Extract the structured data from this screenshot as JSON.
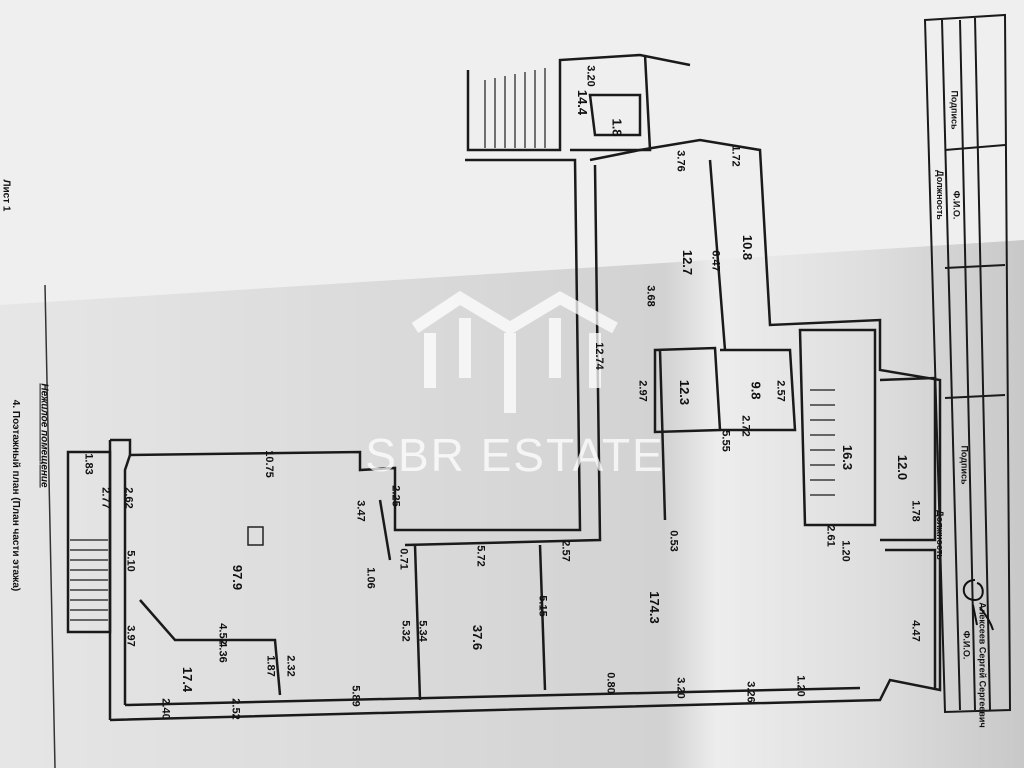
{
  "sheet": {
    "page_label": "Лист 1",
    "heading": "4. Поэтажный план (План части этажа)",
    "subheading": "Нежилое помещение"
  },
  "watermark": "SBR ESTATE",
  "rooms": [
    "97.9",
    "17.4",
    "37.6",
    "174.3",
    "12.7",
    "10.8",
    "12.3",
    "9.8",
    "16.3",
    "12.0",
    "14.4",
    "1.8"
  ],
  "dimensions": [
    "10.75",
    "5.89",
    "2.40",
    "2.52",
    "3.97",
    "5.10",
    "4.52",
    "4.36",
    "1.87",
    "2.32",
    "5.32",
    "5.34",
    "5.72",
    "2.57",
    "5.15",
    "12.74",
    "0.80",
    "3.20",
    "1.20",
    "3.26",
    "4.47",
    "1.78",
    "2.61",
    "1.20",
    "2.97",
    "2.57",
    "2.72",
    "5.55",
    "3.68",
    "6.47",
    "1.72",
    "3.76",
    "1.83",
    "2.77",
    "2.62",
    "1.06",
    "0.71",
    "3.47",
    "2.25",
    "3.20",
    "0.53"
  ],
  "title_block": {
    "position_label": "Должность",
    "signature_label": "Подпись",
    "name_label": "Ф.И.О.",
    "position_label_2": "Должность",
    "signature_label_2": "Подпись",
    "name_label_2": "Ф.И.О.",
    "name_value": "Алексеев Сергей Сергеевич"
  }
}
